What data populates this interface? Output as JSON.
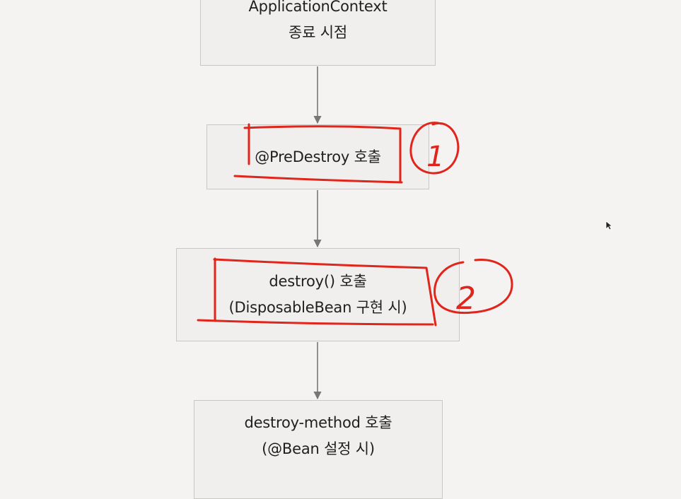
{
  "colors": {
    "background": "#f4f3f1",
    "box_fill": "#f0efed",
    "box_border": "#c9c7c4",
    "arrow": "#777777",
    "annotation": "#e0261c"
  },
  "flow": {
    "step1": {
      "line1": "ApplicationContext",
      "line2": "종료 시점"
    },
    "step2": {
      "line1": "@PreDestroy 호출"
    },
    "step3": {
      "line1": "destroy() 호출",
      "line2": "(DisposableBean 구현 시)"
    },
    "step4": {
      "line1": "destroy-method 호출",
      "line2": "(@Bean 설정 시)"
    }
  },
  "annotations": {
    "mark1": "1",
    "mark2": "2"
  },
  "icons": {
    "cursor": "mouse-pointer-icon"
  }
}
